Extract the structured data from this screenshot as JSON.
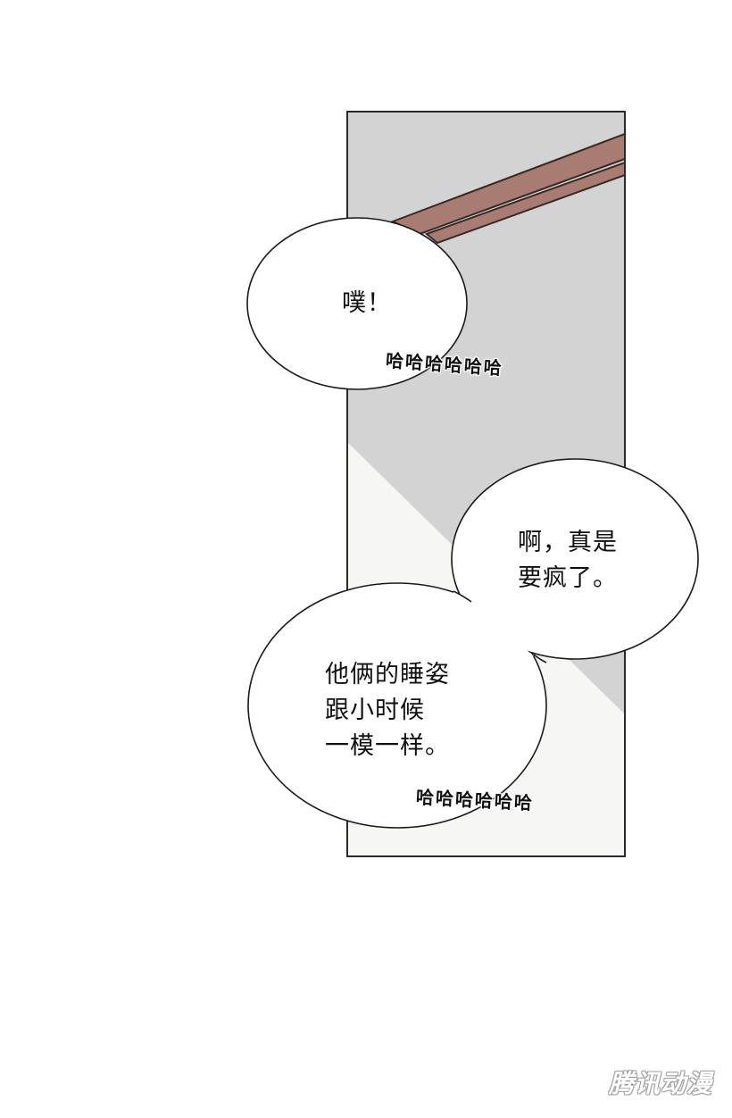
{
  "panel": {
    "colors": {
      "gray_wall": "#d3d3d3",
      "light_floor": "#f6f6f4",
      "beam": "#a87c72",
      "border": "#2a2a2a"
    }
  },
  "bubbles": [
    {
      "id": "bubble-pu",
      "text": "噗！"
    },
    {
      "id": "bubble-crazy",
      "text": "啊，真是\n要疯了。"
    },
    {
      "id": "bubble-sleep",
      "text": "他俩的睡姿\n跟小时候\n一模一样。"
    }
  ],
  "sfx": [
    {
      "id": "laugh-top",
      "text": "哈哈哈哈哈哈"
    },
    {
      "id": "laugh-bottom",
      "text": "哈哈哈哈哈哈"
    }
  ],
  "watermark": {
    "text": "腾讯动漫"
  }
}
